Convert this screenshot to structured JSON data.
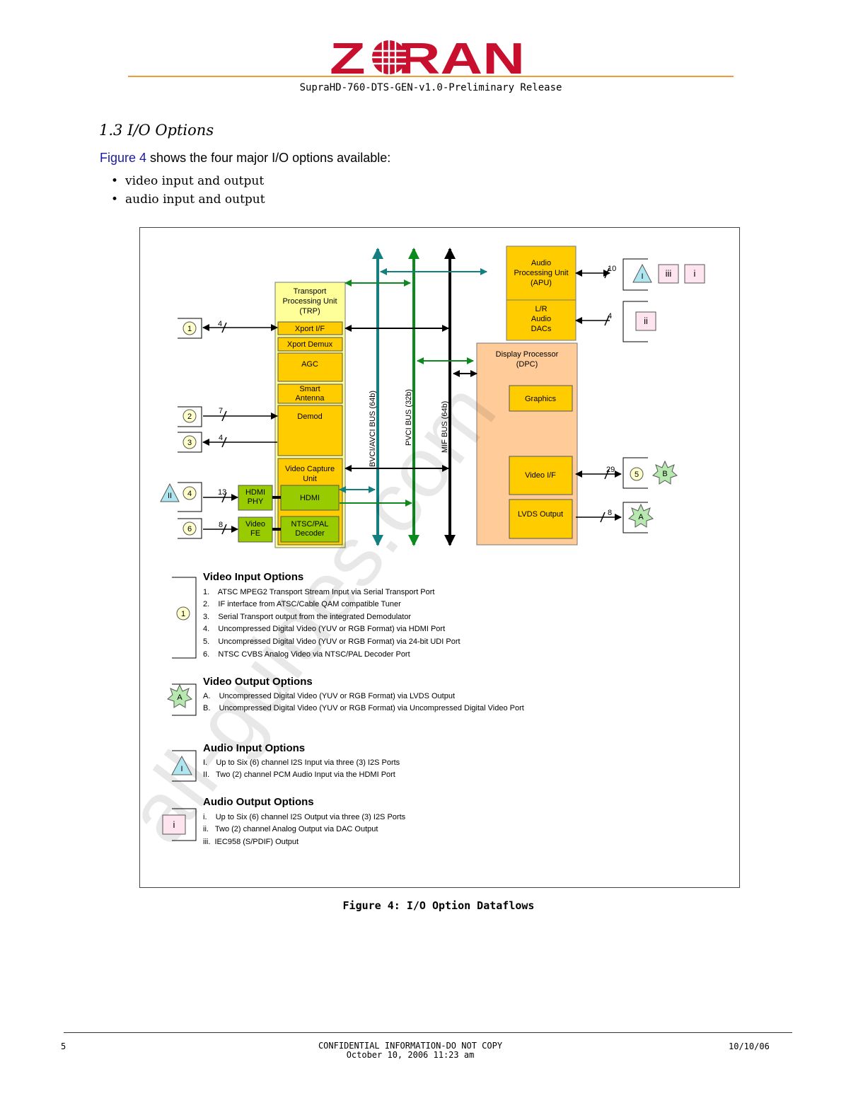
{
  "header": {
    "logo_text": "ZORAN",
    "subtitle": "SupraHD-760-DTS-GEN-v1.0-Preliminary Release"
  },
  "section": {
    "title": "1.3  I/O Options",
    "intro_link": "Figure 4",
    "intro_rest": " shows the four major I/O options available:",
    "bullets": [
      "video input and output",
      "audio input and output"
    ]
  },
  "diagram": {
    "trp": {
      "title": "Transport Processing Unit (TRP)",
      "xport_if": "Xport I/F",
      "xport_demux": "Xport Demux",
      "agc": "AGC",
      "smart_antenna": "Smart Antenna",
      "demod": "Demod",
      "vcu": "Video Capture Unit",
      "hdmi": "HDMI",
      "ntsc": "NTSC/PAL Decoder"
    },
    "hdmi_phy": "HDMI PHY",
    "video_fe": "Video FE",
    "apu": "Audio Processing Unit (APU)",
    "dacs": "L/R Audio DACs",
    "dpc": {
      "title": "Display Processor (DPC)",
      "graphics": "Graphics",
      "video_if": "Video I/F",
      "lvds": "LVDS Output"
    },
    "buses": [
      "BVCI/AVCI BUS (64b)",
      "PVCI  BUS (32b)",
      "MIF BUS (64b)"
    ],
    "widths": {
      "in1": "4",
      "in2": "7",
      "out3": "4",
      "in4": "13",
      "in6": "8",
      "apu": "10",
      "dac": "4",
      "vif": "29",
      "lvds": "8"
    },
    "port_labels": {
      "p1": "1",
      "p2": "2",
      "p3": "3",
      "p4": "4",
      "p5": "5",
      "p6": "6",
      "audio_in_I": "I",
      "audio_in_II": "II",
      "out_iii": "iii",
      "out_i": "i",
      "out_ii": "ii",
      "A": "A",
      "B": "B"
    },
    "watermark": "all-guides.com"
  },
  "legend": {
    "video_in": {
      "icon": "1",
      "title": "Video Input Options",
      "items": [
        "1.    ATSC MPEG2 Transport Stream Input via Serial Transport Port",
        "2.    IF interface from ATSC/Cable QAM compatible Tuner",
        "3.    Serial Transport output from the integrated Demodulator",
        "4.    Uncompressed Digital Video (YUV or RGB Format) via HDMI Port",
        "5.    Uncompressed Digital Video (YUV or RGB Format) via 24-bit UDI Port",
        "6.    NTSC CVBS Analog Video via NTSC/PAL Decoder Port"
      ]
    },
    "video_out": {
      "icon": "A",
      "title": "Video Output Options",
      "items": [
        "A.    Uncompressed Digital Video (YUV or RGB Format) via LVDS Output",
        "B.    Uncompressed Digital Video (YUV or RGB Format) via Uncompressed Digital Video Port"
      ]
    },
    "audio_in": {
      "icon": "I",
      "title": "Audio Input Options",
      "items": [
        "I.    Up to Six (6) channel I2S Input via three (3) I2S Ports",
        "II.   Two (2) channel PCM Audio Input via the HDMI Port"
      ]
    },
    "audio_out": {
      "icon": "i",
      "title": "Audio Output Options",
      "items": [
        "i.    Up to Six (6) channel I2S Output via three (3) I2S Ports",
        "ii.   Two (2) channel Analog Output via DAC Output",
        "iii.  IEC958 (S/PDIF) Output"
      ]
    }
  },
  "caption": "Figure 4:  I/O Option Dataflows",
  "footer": {
    "page": "5",
    "confidential": "CONFIDENTIAL INFORMATION-DO NOT COPY",
    "timestamp": "October 10, 2006 11:23 am",
    "date": "10/10/06"
  },
  "colors": {
    "logo_red": "#c8102e",
    "rule_orange": "#f29a38",
    "yellow": "#ffff99",
    "gold": "#ffcc00",
    "green_block": "#99cc00",
    "dpc_fill": "#ffcc99",
    "bus_teal": "#137f7f",
    "bus_green": "#0d8a1e"
  }
}
